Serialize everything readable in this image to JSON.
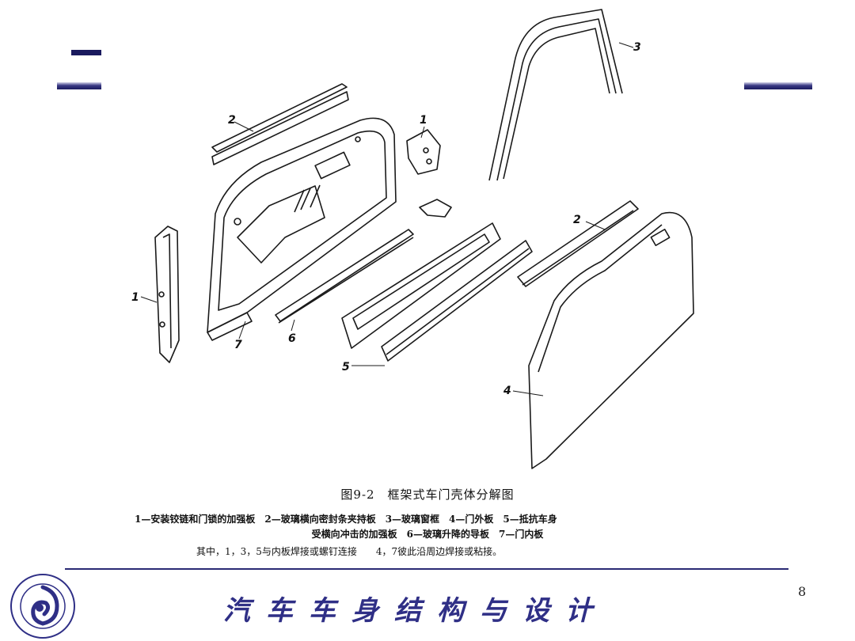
{
  "caption": {
    "title": "图9-2　框架式车门壳体分解图",
    "line1": "1—安装铰链和门锁的加强板　2—玻璃横向密封条夹持板　3—玻璃窗框　4—门外板　5—抵抗车身",
    "line2": "受横向冲击的加强板　6—玻璃升降的导板　7—门内板",
    "line3": "其中，1，3，5与内板焊接或螺钉连接　　4，7彼此沿周边焊接或粘接。"
  },
  "labels": {
    "l1a": "1",
    "l1b": "1",
    "l2a": "2",
    "l2b": "2",
    "l3": "3",
    "l4": "4",
    "l5": "5",
    "l6": "6",
    "l7": "7"
  },
  "footer": {
    "title": "汽车车身结构与设计",
    "page_number": "8"
  },
  "colors": {
    "accent": "#1a1a5e",
    "footer_text": "#2f2f86"
  }
}
